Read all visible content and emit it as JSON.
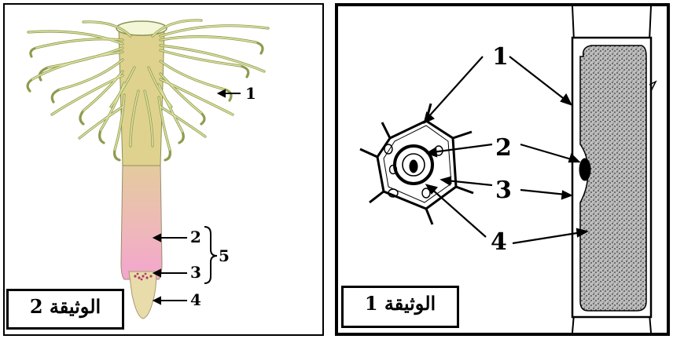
{
  "document_2": {
    "title": "الوثيقة 2",
    "labels": [
      "1",
      "2",
      "3",
      "4",
      "5"
    ]
  },
  "document_1": {
    "title": "الوثيقة 1",
    "labels": [
      "1",
      "2",
      "3",
      "4"
    ]
  },
  "colors": {
    "root_hair": "#c9d28a",
    "root_hair_stroke": "#7d8a46",
    "root_body_top": "#e0c79a",
    "root_body_bottom": "#f1a9c9",
    "root_cap": "#e3d9a6",
    "cell_dots": "#5a5a5a",
    "line": "#000000"
  }
}
